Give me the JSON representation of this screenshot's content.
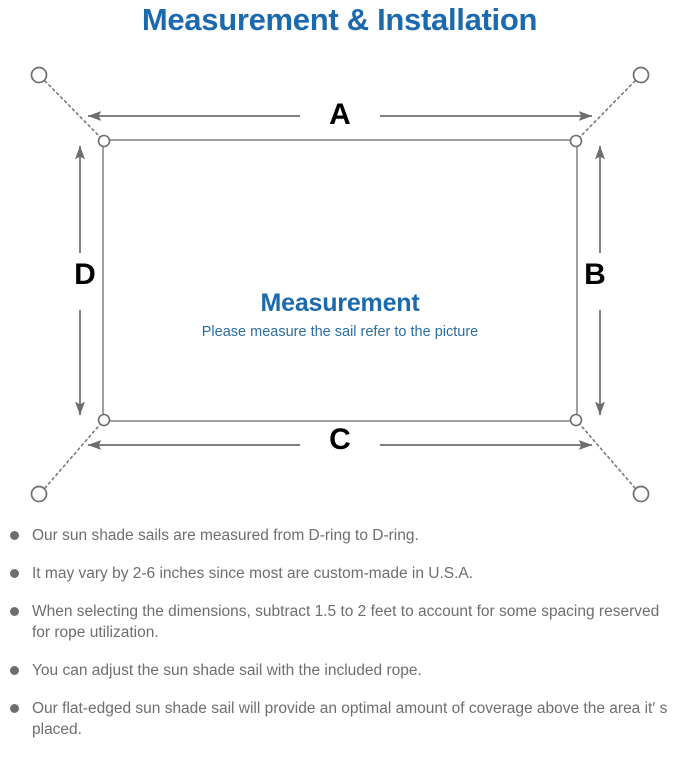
{
  "page": {
    "title": "Measurement & Installation",
    "title_color": "#1b6aad",
    "background_color": "#ffffff"
  },
  "diagram": {
    "name": "sun-shade-sail-measurement-diagram",
    "line_color": "#6e6e6e",
    "rect_border_color": "#808080",
    "dimension_labels": {
      "top": "A",
      "right": "B",
      "bottom": "C",
      "left": "D"
    },
    "caption": {
      "title": "Measurement",
      "subtitle": "Please measure the sail refer to the picture",
      "title_color": "#1b6aad",
      "subtitle_color": "#2b6e9e"
    },
    "d_rings": {
      "count": 4,
      "corner_ring_count": 4,
      "description": "Outer anchor rings connected by dotted rope lines to the sail corner D-rings"
    }
  },
  "notes": {
    "bullet_color": "#6e6e6e",
    "text_color": "#6e6e6e",
    "items": [
      "Our sun shade sails are measured from D-ring to D-ring.",
      "It may vary by 2-6 inches since most are custom-made in U.S.A.",
      "When selecting the dimensions, subtract 1.5 to 2 feet to account for some spacing reserved for rope utilization.",
      "You can adjust the sun shade sail with the included rope.",
      "Our flat-edged sun shade sail will provide an optimal amount of coverage above the area it′ s placed."
    ]
  }
}
